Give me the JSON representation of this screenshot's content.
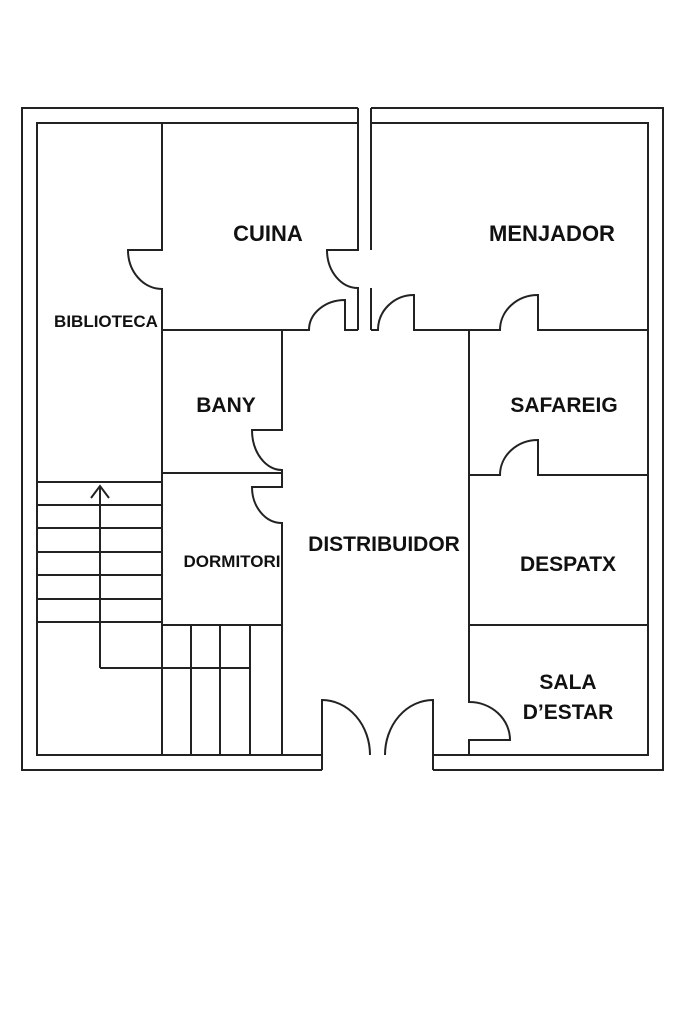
{
  "title": "Floor plan",
  "rooms": {
    "cuina": "CUINA",
    "menjador": "MENJADOR",
    "biblioteca": "BIBLIOTECA",
    "bany": "BANY",
    "safareig": "SAFAREIG",
    "distribuidor": "DISTRIBUIDOR",
    "dormitori": "DORMITORI",
    "despatx": "DESPATX",
    "sala_line1": "SALA",
    "sala_line2": "D’ESTAR"
  },
  "colors": {
    "line": "#222222",
    "text": "#111111",
    "background": "#ffffff"
  }
}
